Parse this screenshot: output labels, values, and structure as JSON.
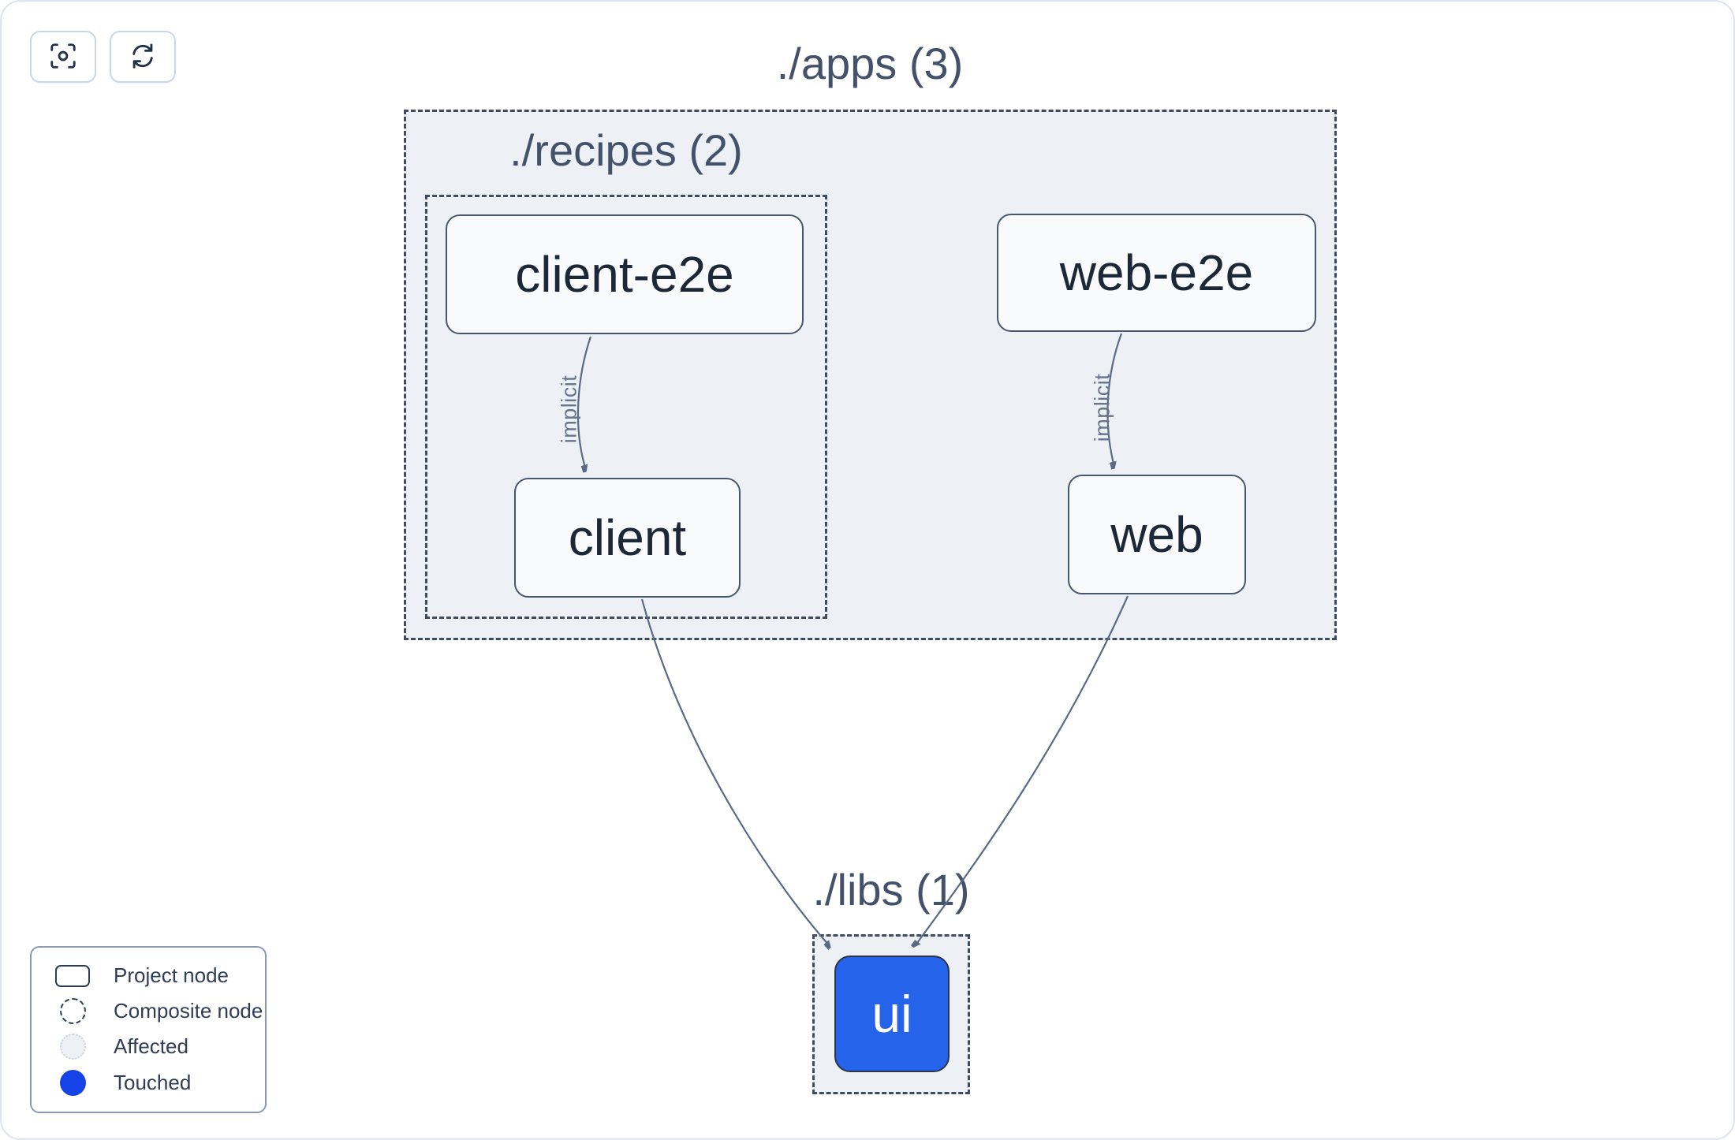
{
  "toolbar": {
    "buttons": [
      {
        "id": "center-graph",
        "icon": "focus-icon"
      },
      {
        "id": "refresh-graph",
        "icon": "refresh-icon"
      }
    ]
  },
  "graph": {
    "groups": [
      {
        "id": "apps",
        "label": "./apps (3)"
      },
      {
        "id": "recipes",
        "label": "./recipes (2)"
      },
      {
        "id": "libs",
        "label": "./libs (1)"
      }
    ],
    "nodes": [
      {
        "id": "client-e2e",
        "label": "client-e2e",
        "state": "default"
      },
      {
        "id": "web-e2e",
        "label": "web-e2e",
        "state": "default"
      },
      {
        "id": "client",
        "label": "client",
        "state": "default"
      },
      {
        "id": "web",
        "label": "web",
        "state": "default"
      },
      {
        "id": "ui",
        "label": "ui",
        "state": "touched"
      }
    ],
    "edges": [
      {
        "from": "client-e2e",
        "to": "client",
        "label": "implicit"
      },
      {
        "from": "web-e2e",
        "to": "web",
        "label": "implicit"
      },
      {
        "from": "client",
        "to": "ui",
        "label": ""
      },
      {
        "from": "web",
        "to": "ui",
        "label": ""
      }
    ]
  },
  "legend": {
    "items": [
      {
        "id": "project-node",
        "label": "Project node"
      },
      {
        "id": "composite-node",
        "label": "Composite node"
      },
      {
        "id": "affected",
        "label": "Affected"
      },
      {
        "id": "touched",
        "label": "Touched"
      }
    ]
  },
  "colors": {
    "touched_fill": "#1543e8",
    "ui_node_fill": "#2563eb",
    "group_fill": "#edf1f6",
    "node_fill": "#f9fafc",
    "edge_stroke": "#5b6a84",
    "dashed_border": "#3e4b60",
    "node_border": "#49576e",
    "group_label_text": "#44516b",
    "node_text": "#1c2738",
    "canvas_border": "#dde3ef"
  }
}
